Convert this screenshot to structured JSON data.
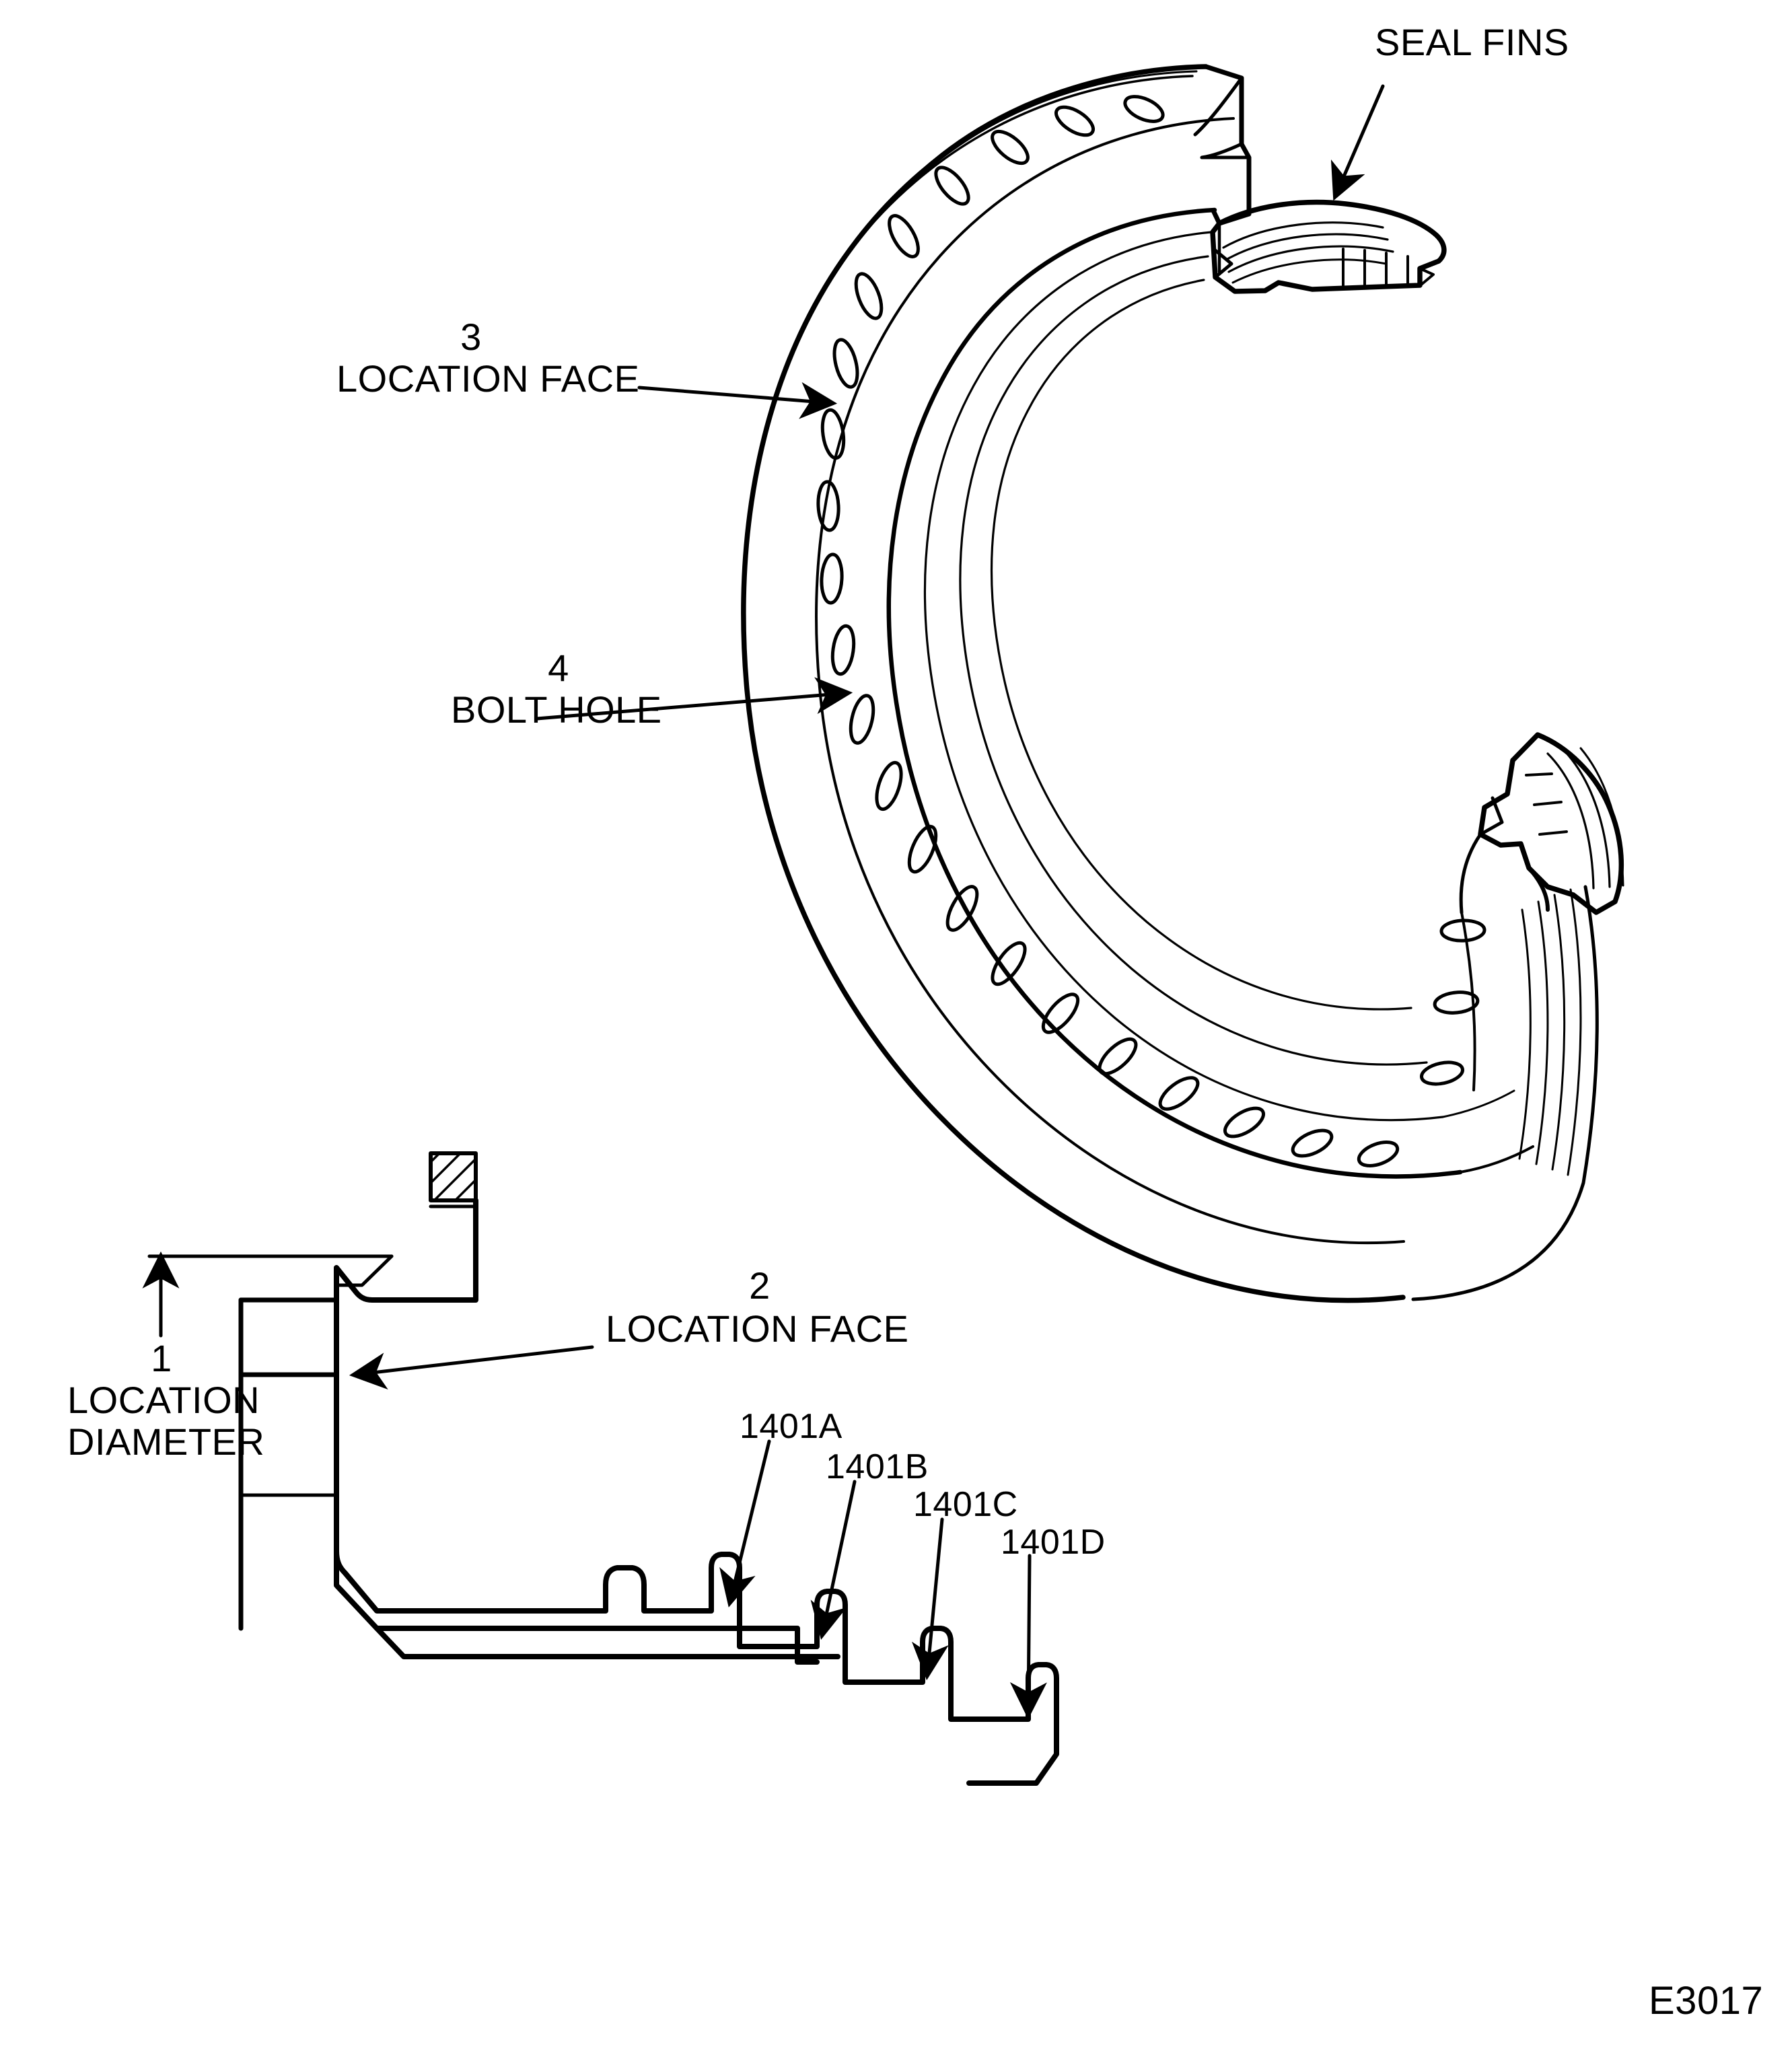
{
  "drawing": {
    "title_code": "E3017",
    "background_color": "#ffffff",
    "line_color": "#000000"
  },
  "callouts": {
    "seal_fins": {
      "label": "SEAL FINS"
    },
    "location_face_3": {
      "number": "3",
      "label": "LOCATION FACE"
    },
    "bolt_hole_4": {
      "number": "4",
      "label": "BOLT HOLE"
    },
    "location_diameter_1": {
      "number": "1",
      "label_line1": "LOCATION",
      "label_line2": "DIAMETER"
    },
    "location_face_2": {
      "number": "2",
      "label": "LOCATION FACE"
    }
  },
  "fin_labels": [
    {
      "code": "1401A"
    },
    {
      "code": "1401B"
    },
    {
      "code": "1401C"
    },
    {
      "code": "1401D"
    }
  ]
}
